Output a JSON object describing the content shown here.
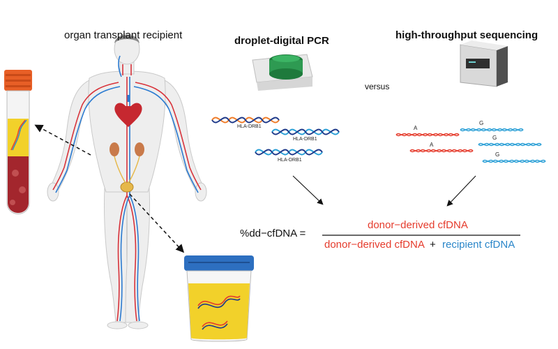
{
  "recipient_title": "organ transplant recipient",
  "ddpcr_title": "droplet-digital PCR",
  "hts_title": "high-throughput sequencing",
  "versus": "versus",
  "ddpcr_strands": [
    "HLA-DRB1",
    "HLA-DRB1",
    "HLA-DRB1"
  ],
  "snp_labels": [
    "A",
    "A",
    "G",
    "G",
    "G"
  ],
  "formula": {
    "lhs": "%dd−cfDNA =",
    "numerator": "donor−derived cfDNA",
    "denominator_donor": "donor−derived cfDNA",
    "plus": "+",
    "denominator_recipient": "recipient cfDNA"
  },
  "colors": {
    "donor": "#e53b2c",
    "recipient": "#2a86c9",
    "orange_strand": "#f07d2a",
    "navy_strand": "#1f3a8a",
    "artery": "#d8323a",
    "vein": "#2b7bd1",
    "urine": "#f2d12a",
    "blood": "#a3262d",
    "tube_cap": "#e85f26",
    "cup_lid": "#2d6fc0"
  }
}
